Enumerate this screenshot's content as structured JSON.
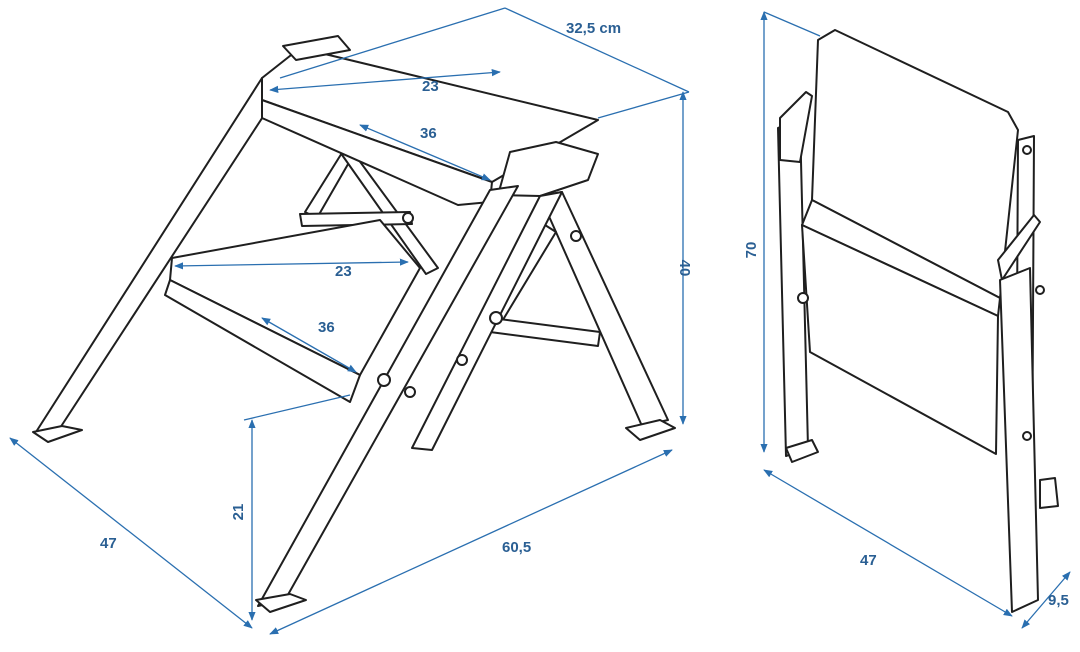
{
  "diagram": {
    "colors": {
      "line_art": "#1f1f1f",
      "dimension": "#2a6fb0",
      "label": "#2a5f93",
      "background": "#ffffff"
    },
    "open_view": {
      "depth_label": "32,5 cm",
      "top_step_width_label": "23",
      "top_step_length_label": "36",
      "height_label": "40",
      "lower_step_width_label": "23",
      "lower_step_length_label": "36",
      "lower_step_height_label": "21",
      "base_side_label": "47",
      "base_front_label": "60,5"
    },
    "folded_view": {
      "height_label": "70",
      "width_label": "47",
      "thickness_label": "9,5"
    }
  }
}
